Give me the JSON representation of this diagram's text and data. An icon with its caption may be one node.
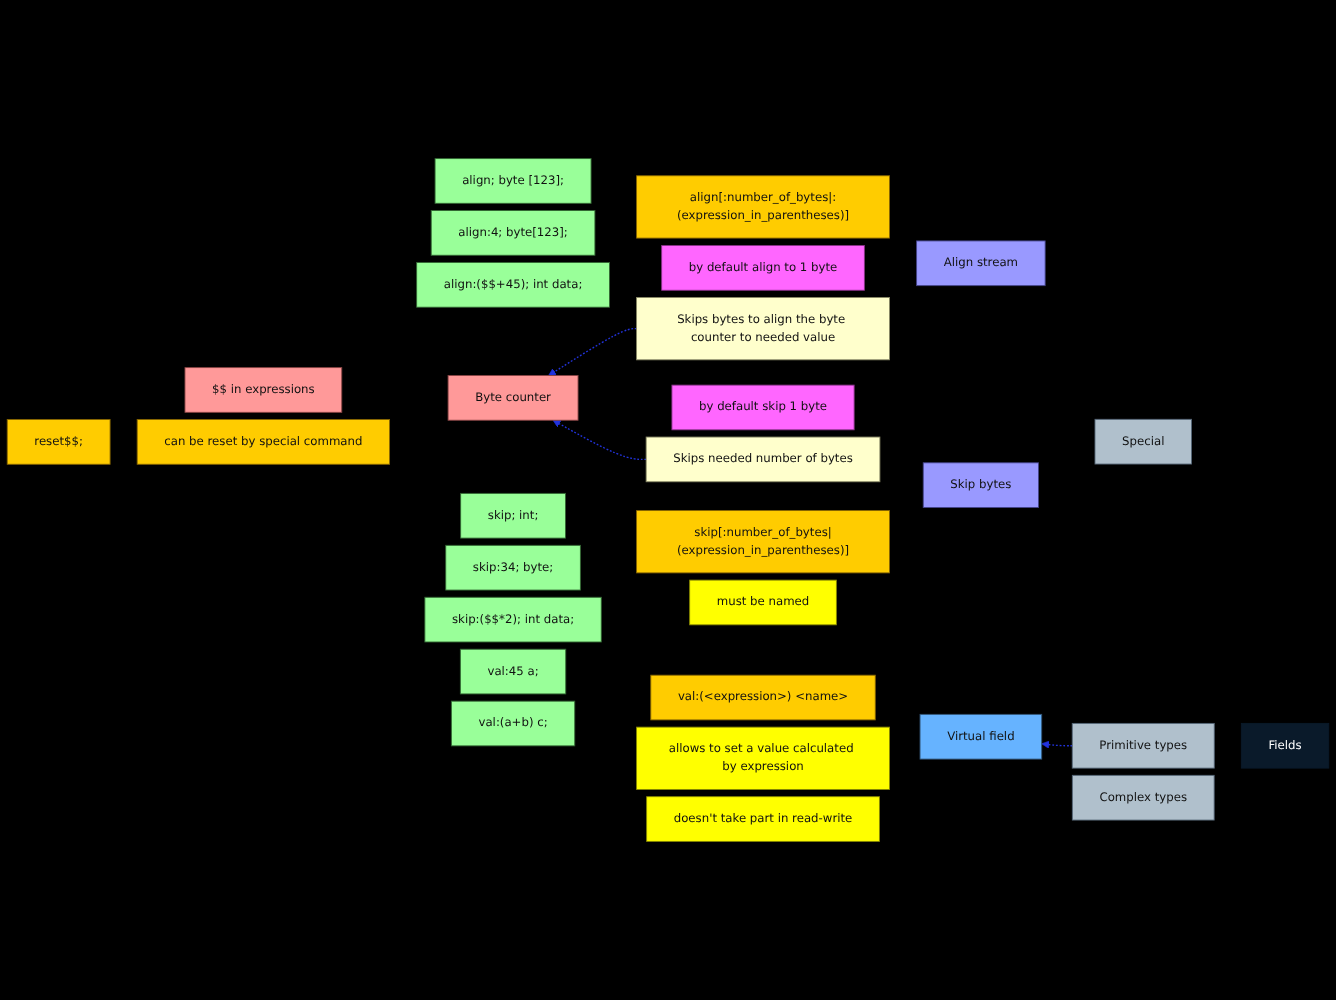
{
  "diagram": {
    "nodes": [
      {
        "text": [
          "align; byte [123];"
        ]
      },
      {
        "text": [
          "align:4; byte[123];"
        ]
      },
      {
        "text": [
          "align[:number_of_bytes|:(expression_in_parentheses)]"
        ]
      },
      {
        "text": [
          "align:($$+45); int data;"
        ]
      },
      {
        "text": [
          "Align stream"
        ]
      },
      {
        "text": [
          "by default align to 1 byte"
        ]
      },
      {
        "text": [
          "Skips bytes to align the byte counter to needed value"
        ]
      },
      {
        "text": [
          "$$ in expressions"
        ]
      },
      {
        "text": [
          "Byte counter"
        ]
      },
      {
        "text": [
          "reset$$;"
        ]
      },
      {
        "text": [
          "can be reset by special command"
        ]
      },
      {
        "text": [
          "Skips needed number of bytes"
        ]
      },
      {
        "text": [
          "by default skip 1 byte"
        ]
      },
      {
        "text": [
          "Special"
        ]
      },
      {
        "text": [
          "Primitive types"
        ]
      },
      {
        "text": [
          "Fields"
        ]
      },
      {
        "text": [
          "Complex types"
        ]
      },
      {
        "text": [
          "Skip bytes"
        ]
      },
      {
        "text": [
          "skip; int;"
        ]
      },
      {
        "text": [
          "skip:34; byte;"
        ]
      },
      {
        "text": [
          "skip[:number_of_bytes|(expression_in_parentheses)]"
        ]
      },
      {
        "text": [
          "skip:($$*2); int data;"
        ]
      },
      {
        "text": [
          "val:45 a;"
        ]
      },
      {
        "text": [
          "val:(<expression>) <name>"
        ]
      },
      {
        "text": [
          "val:(a+b) c;"
        ]
      },
      {
        "text": [
          "must be named"
        ]
      },
      {
        "text": [
          "Virtual field"
        ]
      },
      {
        "text": [
          "allows to set a value calculated by expression"
        ]
      },
      {
        "text": [
          "doesn't take part in read-write"
        ]
      }
    ],
    "edges": [
      {
        "from": 6,
        "to": 8,
        "arrow": "to",
        "style": "dashed"
      },
      {
        "from": 11,
        "to": 8,
        "arrow": "to",
        "style": "dashed"
      },
      {
        "from": 14,
        "to": 26,
        "arrow": "to",
        "style": "dashed"
      }
    ]
  }
}
